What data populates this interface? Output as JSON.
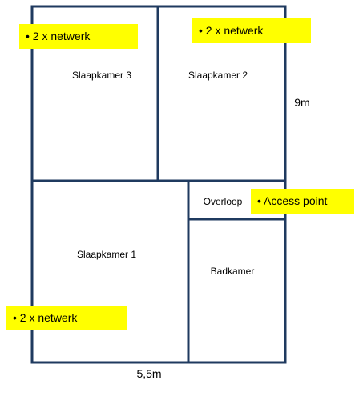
{
  "rooms": {
    "slaapkamer3": "Slaapkamer 3",
    "slaapkamer2": "Slaapkamer 2",
    "slaapkamer1": "Slaapkamer 1",
    "overloop": "Overloop",
    "badkamer": "Badkamer"
  },
  "dimensions": {
    "height": "9m",
    "width": "5,5m"
  },
  "callouts": {
    "slaapkamer3": "• 2 x netwerk",
    "slaapkamer2": "• 2 x netwerk",
    "overloop": "• Access point",
    "slaapkamer1": "• 2 x netwerk"
  },
  "colors": {
    "walls": "#1f3a5f",
    "callout_bg": "#ffff00"
  }
}
